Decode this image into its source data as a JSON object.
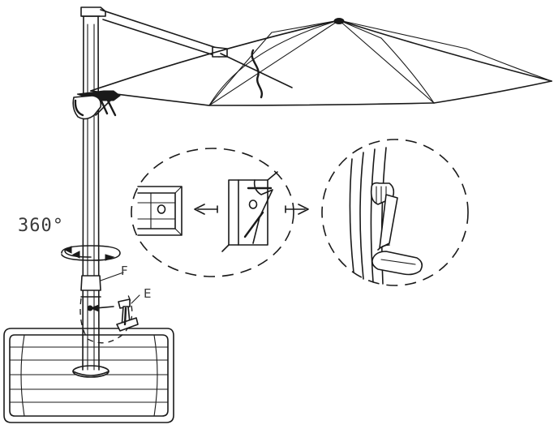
{
  "labels": {
    "rotation": "360°",
    "part_f": "F",
    "part_e": "E"
  },
  "colors": {
    "line": "#1a1a1a",
    "text": "#3a3a3a",
    "background": "#ffffff"
  },
  "icons": {
    "rotation_arrow": "rotate-360-icon",
    "detach_arrow": "arrow-left-icon",
    "insert_arrow": "arrow-right-icon",
    "crank": "crank-handle-icon"
  }
}
